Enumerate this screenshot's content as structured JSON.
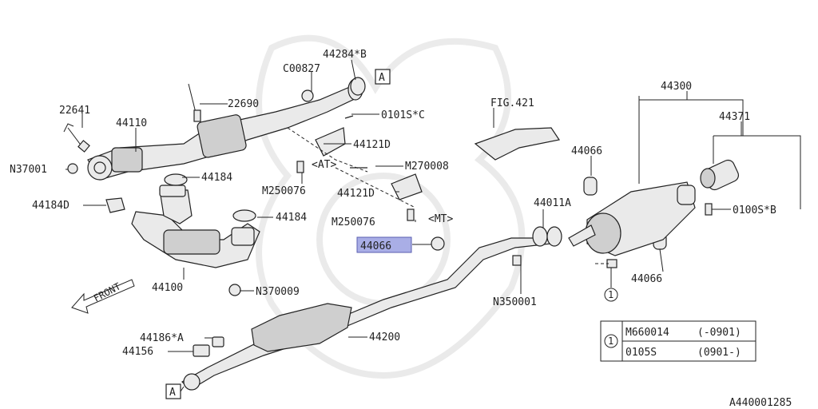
{
  "labels": {
    "l22641": "22641",
    "l44110": "44110",
    "l22690": "22690",
    "lC00827": "C00827",
    "l44284B": "44284*B",
    "lA_top": "A",
    "l0101SC": "0101S*C",
    "lFIG421": "FIG.421",
    "l44300": "44300",
    "l44371": "44371",
    "lN37001": "N37001",
    "l44121D_a": "44121D",
    "lAT": "<AT>",
    "lM270008": "M270008",
    "l44184_a": "44184",
    "lM250076_a": "M250076",
    "l44121D_b": "44121D",
    "l44066_a": "44066",
    "l44184D": "44184D",
    "l44011A": "44011A",
    "l44184_b": "44184",
    "lM250076_b": "M250076",
    "lMT": "<MT>",
    "l0100SB": "0100S*B",
    "l44066_hl": "44066",
    "l44066_b": "44066",
    "lFRONT": "FRONT",
    "l44100": "44100",
    "lN370009": "N370009",
    "lN350001": "N350001",
    "l1_callout": "1",
    "l44186A": "44186*A",
    "l44200": "44200",
    "l44156": "44156",
    "lA_bottom": "A",
    "ref": "A440001285"
  },
  "legend_table": {
    "key": "1",
    "rows": [
      {
        "part": "M660014",
        "range": "(-0901)"
      },
      {
        "part": "0105S",
        "range": "(0901-)"
      }
    ]
  },
  "colors": {
    "highlight_fill": "#a9aee6",
    "highlight_border": "#5a5fb0",
    "ink": "#222222"
  }
}
